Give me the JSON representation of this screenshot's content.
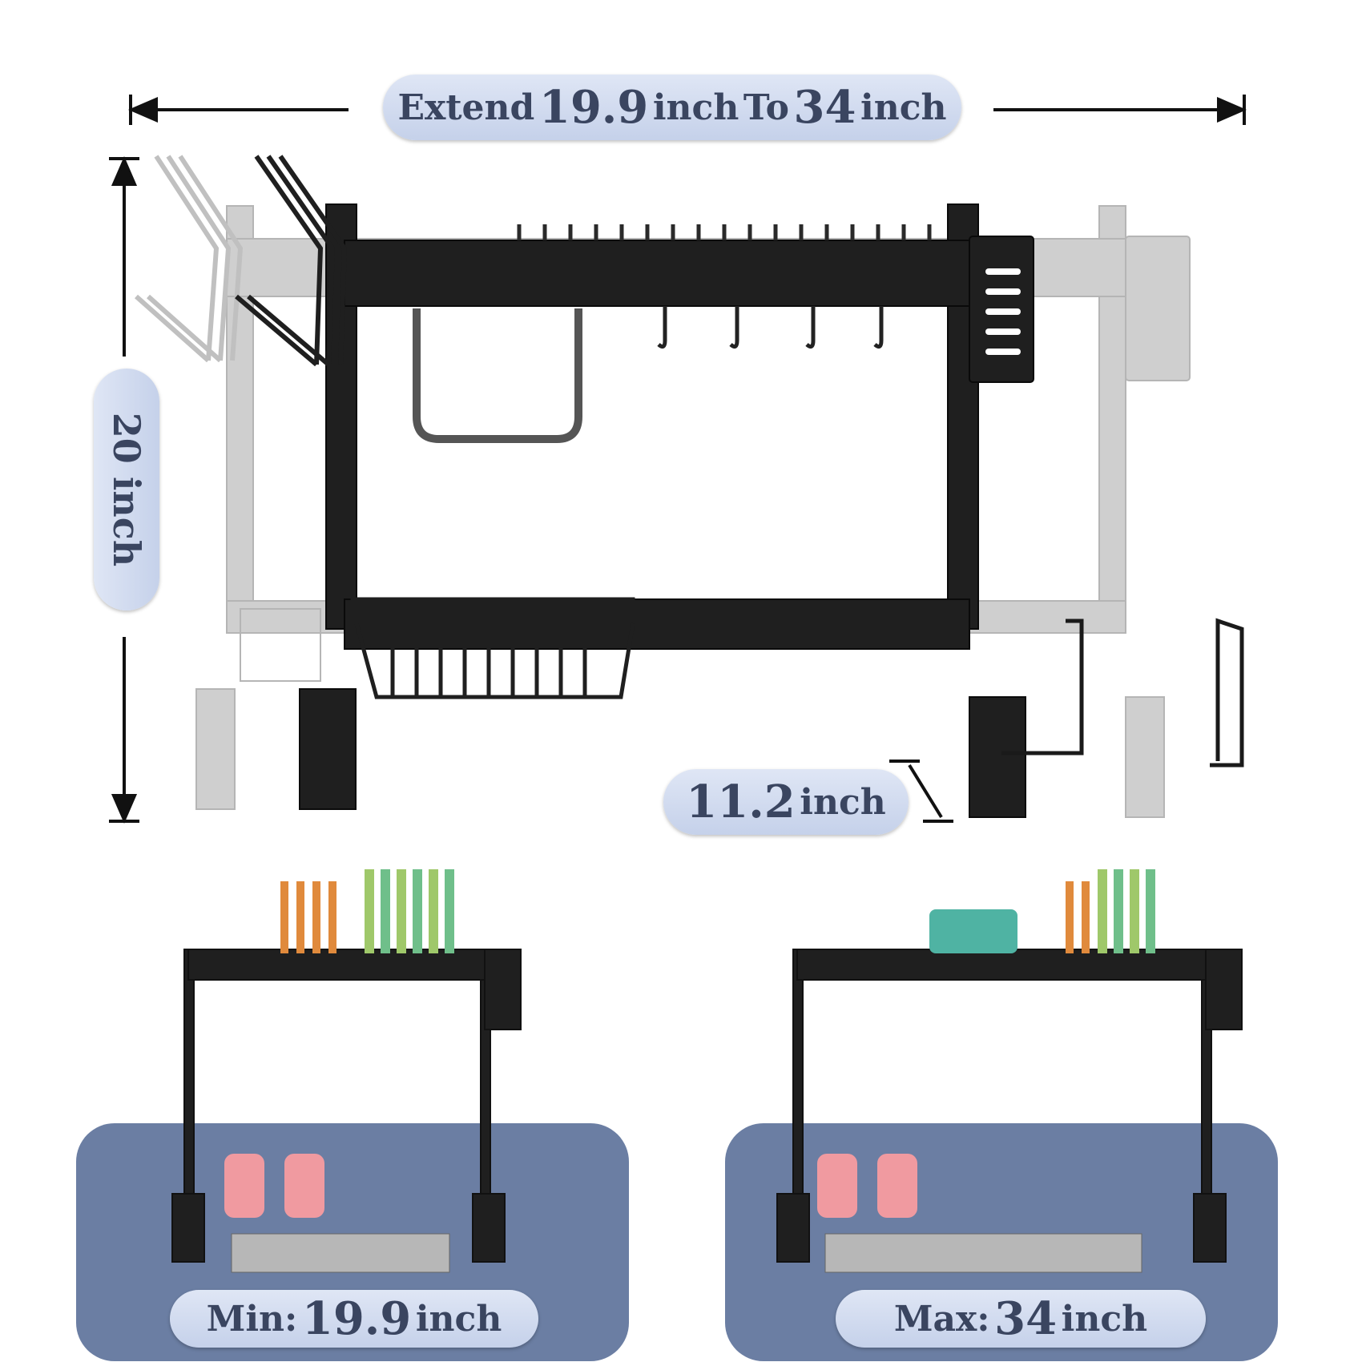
{
  "header": {
    "extend_word": "Extend",
    "min_value": "19.9",
    "unit1": "inch",
    "to_word": "To",
    "max_value": "34",
    "unit2": "inch"
  },
  "height_label": "20 inch",
  "depth_label": {
    "value": "11.2",
    "unit": "inch"
  },
  "bottom_left": {
    "label": "Min:",
    "value": "19.9",
    "unit": "inch"
  },
  "bottom_right": {
    "label": "Max:",
    "value": "34",
    "unit": "inch"
  },
  "colors": {
    "pill": "#c5d1ea",
    "pill_text": "#3a4560",
    "panel": "#6b7ea3",
    "rack": "#1e1e1e",
    "rack_ghost": "#c8c8c8"
  }
}
